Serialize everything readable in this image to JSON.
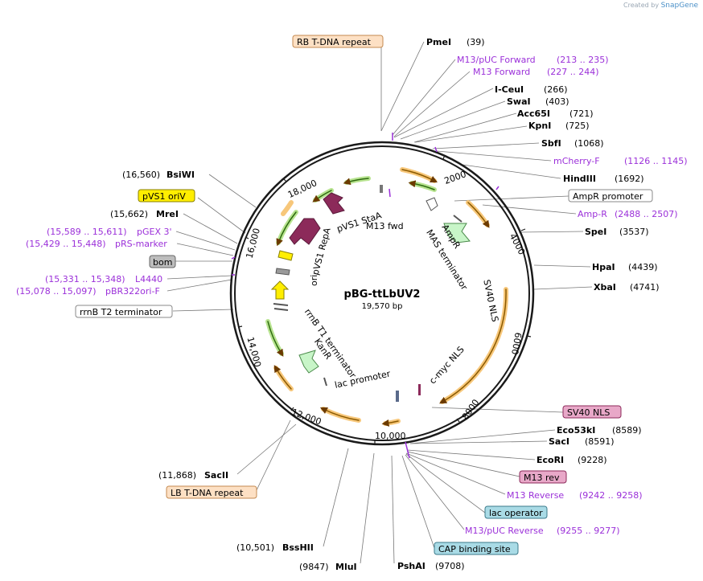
{
  "credit": {
    "prefix": "Created by",
    "brand": "SnapGene"
  },
  "plasmid": {
    "name": "pBG-ttLbUV2",
    "length_label": "19,570 bp"
  },
  "colors": {
    "enzyme": "#000000",
    "primer": "#9b30d9",
    "orange_feature": "#f7b03a",
    "green_feature": "#5aa02c",
    "magenta_feature": "#8c2a5a",
    "yellow_feature": "#ffee00",
    "lightgreen_feature": "#c8f5c8",
    "t_dna_box": "#fde0c4",
    "nls_box": "#e8a8c8",
    "cap_box": "#a9dbe6"
  },
  "ticks": [
    "2000",
    "4000",
    "6000",
    "8000",
    "10,000",
    "12,000",
    "14,000",
    "16,000",
    "18,000"
  ],
  "inner_labels": {
    "stA": "pVS1 StaA",
    "m13fwd": "M13 fwd",
    "repa": "pVS1 RepA",
    "ori": "ori",
    "rrnbt1": "rrnB T1 terminator",
    "kanr": "KanR",
    "lacprom": "lac promoter",
    "ampr": "AmpR",
    "masterm": "MAS terminator",
    "sv40nls": "SV40 NLS",
    "cmyc": "c-myc NLS"
  },
  "top_labels": [
    {
      "name": "PmeI",
      "pos": "(39)",
      "type": "enzyme"
    },
    {
      "name": "M13/pUC Forward",
      "pos": "(213 .. 235)",
      "type": "primer"
    },
    {
      "name": "M13 Forward",
      "pos": "(227 .. 244)",
      "type": "primer"
    },
    {
      "name": "I-CeuI",
      "pos": "(266)",
      "type": "enzyme"
    },
    {
      "name": "SwaI",
      "pos": "(403)",
      "type": "enzyme"
    },
    {
      "name": "Acc65I",
      "pos": "(721)",
      "type": "enzyme"
    },
    {
      "name": "KpnI",
      "pos": "(725)",
      "type": "enzyme"
    },
    {
      "name": "SbfI",
      "pos": "(1068)",
      "type": "enzyme"
    },
    {
      "name": "mCherry-F",
      "pos": "(1126 .. 1145)",
      "type": "primer"
    },
    {
      "name": "HindIII",
      "pos": "(1692)",
      "type": "enzyme"
    },
    {
      "name": "AmpR promoter",
      "pos": "",
      "type": "box"
    },
    {
      "name": "Amp-R",
      "pos": "(2488 .. 2507)",
      "type": "primer"
    },
    {
      "name": "SpeI",
      "pos": "(3537)",
      "type": "enzyme"
    },
    {
      "name": "HpaI",
      "pos": "(4439)",
      "type": "enzyme"
    },
    {
      "name": "XbaI",
      "pos": "(4741)",
      "type": "enzyme"
    }
  ],
  "bottom_right_labels": [
    {
      "name": "SV40 NLS",
      "pos": "",
      "type": "nlsbox"
    },
    {
      "name": "Eco53kI",
      "pos": "(8589)",
      "type": "enzyme"
    },
    {
      "name": "SacI",
      "pos": "(8591)",
      "type": "enzyme"
    },
    {
      "name": "EcoRI",
      "pos": "(9228)",
      "type": "enzyme"
    },
    {
      "name": "M13 rev",
      "pos": "",
      "type": "nlsbox"
    },
    {
      "name": "M13 Reverse",
      "pos": "(9242 .. 9258)",
      "type": "primer"
    },
    {
      "name": "lac operator",
      "pos": "",
      "type": "capbox"
    },
    {
      "name": "M13/pUC Reverse",
      "pos": "(9255 .. 9277)",
      "type": "primer"
    },
    {
      "name": "CAP binding site",
      "pos": "",
      "type": "capbox"
    },
    {
      "name": "PshAI",
      "pos": "(9708)",
      "type": "enzyme"
    },
    {
      "name": "MluI",
      "pos": "(9847)",
      "type": "enzyme"
    },
    {
      "name": "BssHII",
      "pos": "(10,501)",
      "type": "enzyme"
    },
    {
      "name": "SacII",
      "pos": "(11,868)",
      "type": "enzyme"
    },
    {
      "name": "LB T-DNA repeat",
      "pos": "",
      "type": "tdnabox"
    }
  ],
  "left_labels": [
    {
      "name": "RB T-DNA repeat",
      "pos": "",
      "type": "tdnabox"
    },
    {
      "name": "BsiWI",
      "pos": "(16,560)",
      "type": "enzyme"
    },
    {
      "name": "pVS1 oriV",
      "pos": "",
      "type": "yellowbox"
    },
    {
      "name": "MreI",
      "pos": "(15,662)",
      "type": "enzyme"
    },
    {
      "name": "pGEX 3'",
      "pos": "(15,589 .. 15,611)",
      "type": "primer"
    },
    {
      "name": "pRS-marker",
      "pos": "(15,429 .. 15,448)",
      "type": "primer"
    },
    {
      "name": "bom",
      "pos": "",
      "type": "graybox"
    },
    {
      "name": "L4440",
      "pos": "(15,331 .. 15,348)",
      "type": "primer"
    },
    {
      "name": "pBR322ori-F",
      "pos": "(15,078 .. 15,097)",
      "type": "primer"
    },
    {
      "name": "rrnB T2 terminator",
      "pos": "",
      "type": "whitebox"
    }
  ]
}
